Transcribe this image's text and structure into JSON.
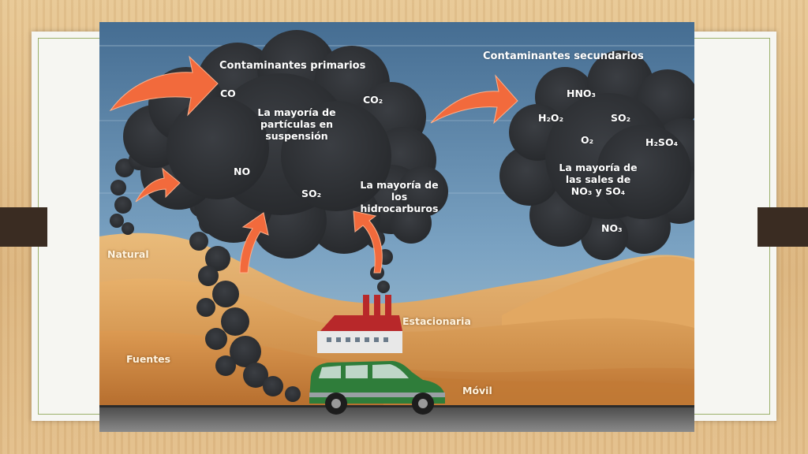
{
  "primary": {
    "title": "Contaminantes primarios",
    "co": "CO",
    "co2": "CO₂",
    "particles": "La mayoría de\npartículas en\nsuspensión",
    "no": "NO",
    "so2": "SO₂",
    "hydrocarbons": "La mayoría de\nlos\nhidrocarburos"
  },
  "secondary": {
    "title": "Contaminantes secundarios",
    "hno3": "HNO₃",
    "h2o2": "H₂O₂",
    "so2": "SO₂",
    "o2": "O₂",
    "h2so4": "H₂SO₄",
    "salts": "La mayoría de\nlas sales de\nNO₃ y SO₄",
    "no3": "NO₃"
  },
  "sources": {
    "natural": "Natural",
    "fuentes": "Fuentes",
    "estacionaria": "Estacionaria",
    "movil": "Móvil"
  },
  "colors": {
    "sky_top": "#4a7296",
    "sky_bottom": "#8fb3cc",
    "smoke": "#2f3236",
    "arrow": "#f06a3a",
    "desert": "#d9974e",
    "car": "#2f7d3a",
    "factory_roof": "#b8282a"
  }
}
